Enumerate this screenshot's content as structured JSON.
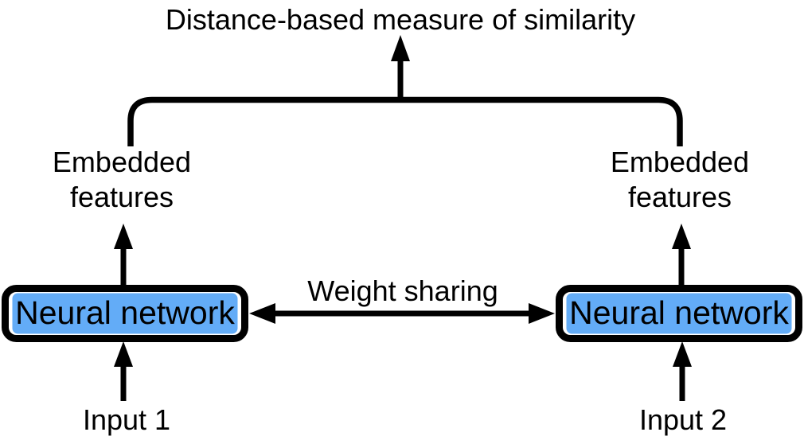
{
  "diagram": {
    "title": "Distance-based measure of similarity",
    "weight_sharing_label": "Weight sharing",
    "left_branch": {
      "embedded_line1": "Embedded",
      "embedded_line2": "features",
      "box_label": "Neural network",
      "input_label": "Input 1"
    },
    "right_branch": {
      "embedded_line1": "Embedded",
      "embedded_line2": "features",
      "box_label": "Neural network",
      "input_label": "Input 2"
    },
    "colors": {
      "box_fill": "#63ACF7",
      "line": "#000000",
      "background": "#FFFFFF"
    }
  }
}
